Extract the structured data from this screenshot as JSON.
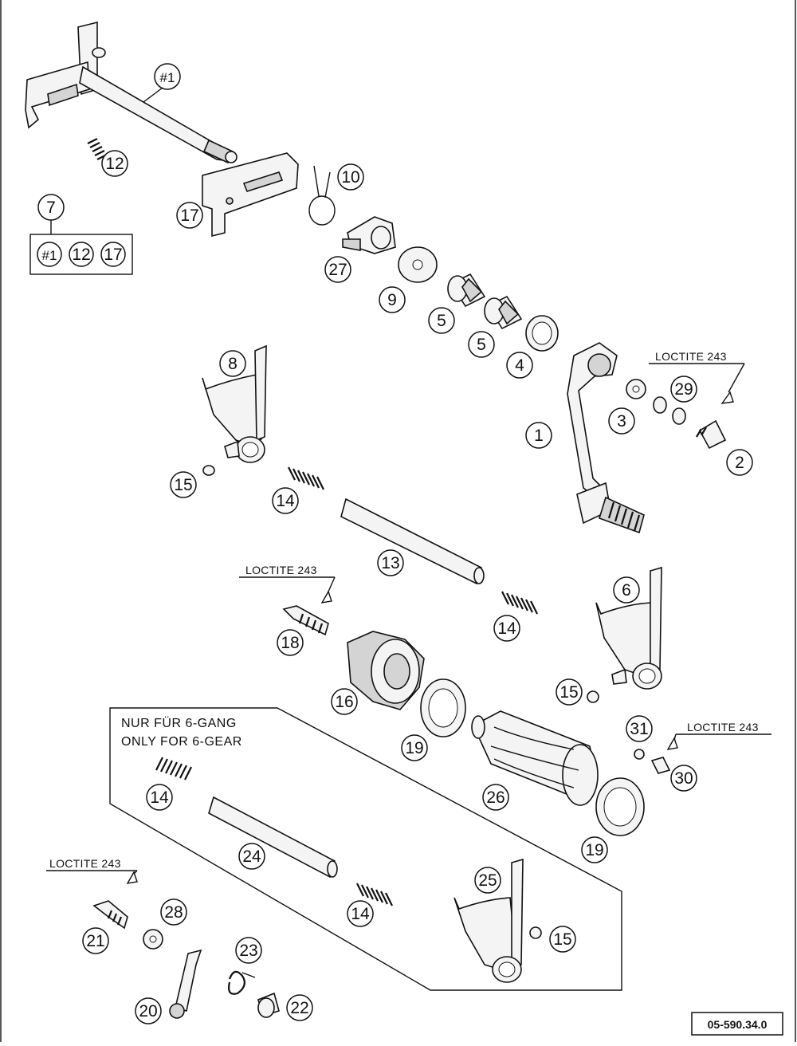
{
  "callouts": {
    "c1a": "#1",
    "c1b": "1",
    "c2": "2",
    "c3": "3",
    "c4": "4",
    "c5a": "5",
    "c5b": "5",
    "c6": "6",
    "c7": "7",
    "c8": "8",
    "c9": "9",
    "c10": "10",
    "c12": "12",
    "c13": "13",
    "c14a": "14",
    "c14b": "14",
    "c14c": "14",
    "c14d": "14",
    "c15a": "15",
    "c15b": "15",
    "c15c": "15",
    "c16": "16",
    "c17": "17",
    "c18": "18",
    "c19a": "19",
    "c19b": "19",
    "c20": "20",
    "c21": "21",
    "c22": "22",
    "c23": "23",
    "c24": "24",
    "c25": "25",
    "c26": "26",
    "c27": "27",
    "c28": "28",
    "c29": "29",
    "c30": "30",
    "c31": "31"
  },
  "kit": {
    "items": [
      "#1",
      "12",
      "17"
    ]
  },
  "notes": {
    "loctite_a": "LOCTITE 243",
    "loctite_b": "LOCTITE 243",
    "loctite_c": "LOCTITE 243",
    "loctite_d": "LOCTITE 243",
    "six_gear_de": "NUR FÜR 6-GANG",
    "six_gear_en": "ONLY FOR 6-GEAR"
  },
  "drawing_ref": "05-590.34.0"
}
